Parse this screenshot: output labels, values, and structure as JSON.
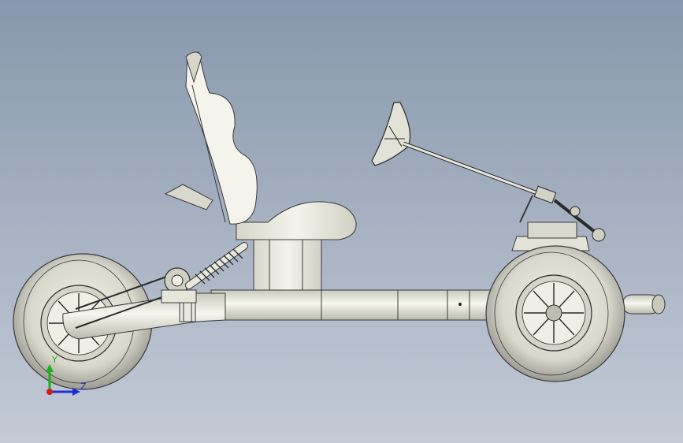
{
  "viewport": {
    "background_top": "#8797ad",
    "background_bottom": "#c3cad6",
    "model_fill": "#e6e6dc",
    "model_line": "#3a3a3a",
    "view_mode": "shaded-with-edges"
  },
  "triad": {
    "x_axis_color": "#d21b1b",
    "y_axis_color": "#19b319",
    "z_axis_color": "#1f2fd6",
    "y_label": "Y",
    "z_label": "Z"
  },
  "model": {
    "parts": [
      "rear-wheel",
      "swing-arm",
      "rear-shock-spring",
      "drive-chain",
      "seat",
      "seat-post",
      "main-frame-tube",
      "steering-wheel",
      "steering-column",
      "front-suspension-bracket",
      "front-wheel",
      "front-bumper"
    ]
  }
}
